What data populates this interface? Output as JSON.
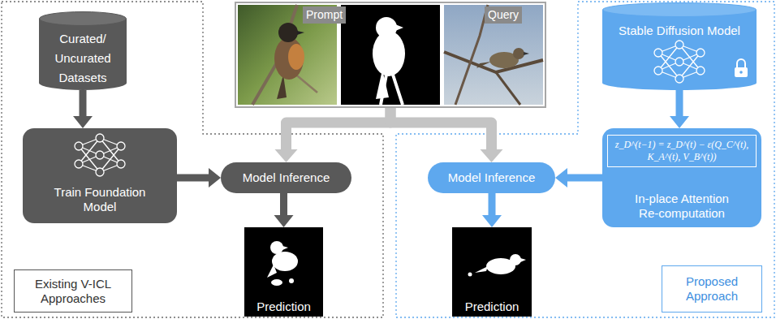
{
  "diagram": {
    "nodes": [
      {
        "text": [
          "Curated/ Uncurated Datasets"
        ]
      },
      {
        "text": [
          "Train Foundation Model"
        ]
      },
      {
        "text": [
          "Model Inference"
        ]
      },
      {
        "text": [
          "Prediction"
        ]
      },
      {
        "text": [
          "Existing V-ICL Approaches"
        ]
      },
      {
        "text": [
          "Prompt",
          "Query"
        ]
      },
      {
        "text": [
          "Model Inference"
        ]
      },
      {
        "text": [
          "Prediction"
        ]
      },
      {
        "text": [
          "Stable Diffusion Model"
        ]
      },
      {
        "text": [
          "z_D^(t−1) = z_D^(t) − ε(Q_C^(t), K_A^(t), V_B^(t))",
          "In-place Attention Re-computation"
        ]
      },
      {
        "text": [
          "Proposed Approach"
        ]
      }
    ],
    "edges": [
      {
        "from": 0,
        "to": 1,
        "arrow": "to"
      },
      {
        "from": 1,
        "to": 2,
        "arrow": "to"
      },
      {
        "from": 2,
        "to": 3,
        "arrow": "to"
      },
      {
        "from": 5,
        "to": 2,
        "arrow": "to"
      },
      {
        "from": 5,
        "to": 6,
        "arrow": "to"
      },
      {
        "from": 8,
        "to": 9,
        "arrow": "to"
      },
      {
        "from": 9,
        "to": 6,
        "arrow": "to"
      },
      {
        "from": 6,
        "to": 7,
        "arrow": "to"
      }
    ]
  }
}
